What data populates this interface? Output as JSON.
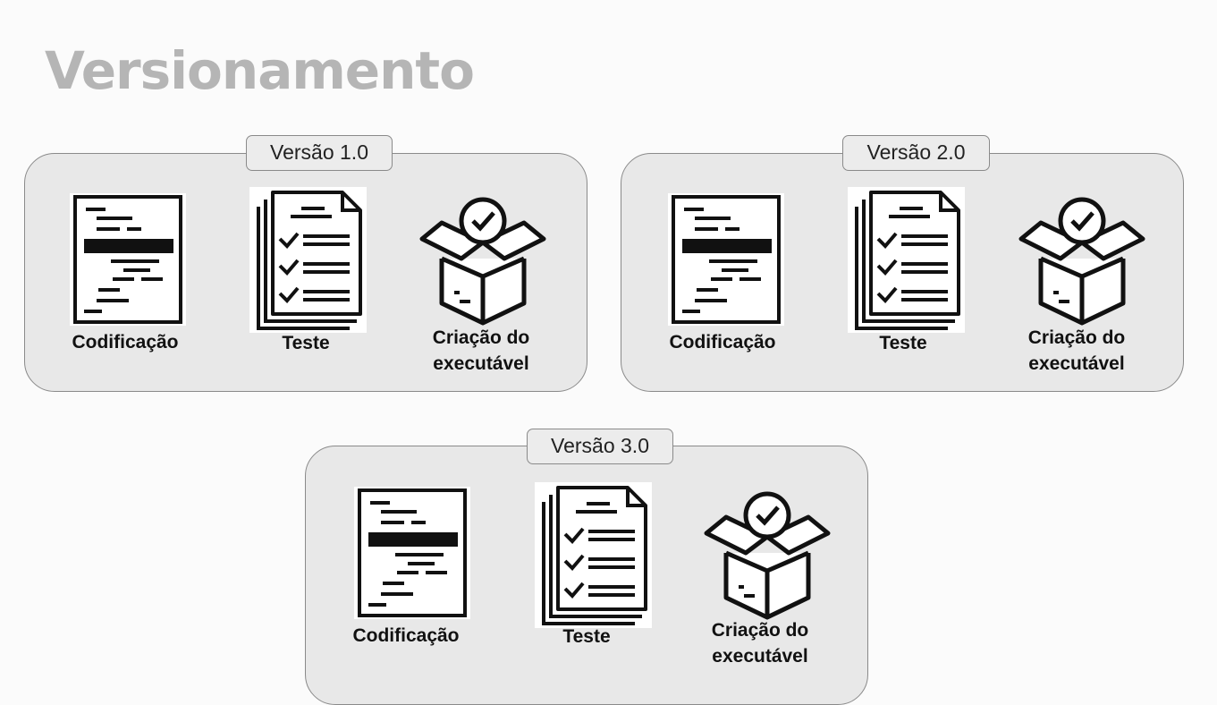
{
  "title": "Versionamento",
  "versions": [
    {
      "label": "Versão 1.0",
      "steps": [
        {
          "label": "Codificação",
          "icon": "code-document-icon"
        },
        {
          "label": "Teste",
          "icon": "test-checklist-icon"
        },
        {
          "label": "Criação do executável",
          "line1": "Criação do",
          "line2": "executável",
          "icon": "package-check-icon"
        }
      ]
    },
    {
      "label": "Versão 2.0",
      "steps": [
        {
          "label": "Codificação",
          "icon": "code-document-icon"
        },
        {
          "label": "Teste",
          "icon": "test-checklist-icon"
        },
        {
          "label": "Criação do executável",
          "line1": "Criação do",
          "line2": "executável",
          "icon": "package-check-icon"
        }
      ]
    },
    {
      "label": "Versão 3.0",
      "steps": [
        {
          "label": "Codificação",
          "icon": "code-document-icon"
        },
        {
          "label": "Teste",
          "icon": "test-checklist-icon"
        },
        {
          "label": "Criação do executável",
          "line1": "Criação do",
          "line2": "executável",
          "icon": "package-check-icon"
        }
      ]
    }
  ],
  "colors": {
    "title": "#b5b5b5",
    "panel_fill": "#e8e8e8",
    "panel_border": "#8a8a8a",
    "icon": "#111111"
  }
}
